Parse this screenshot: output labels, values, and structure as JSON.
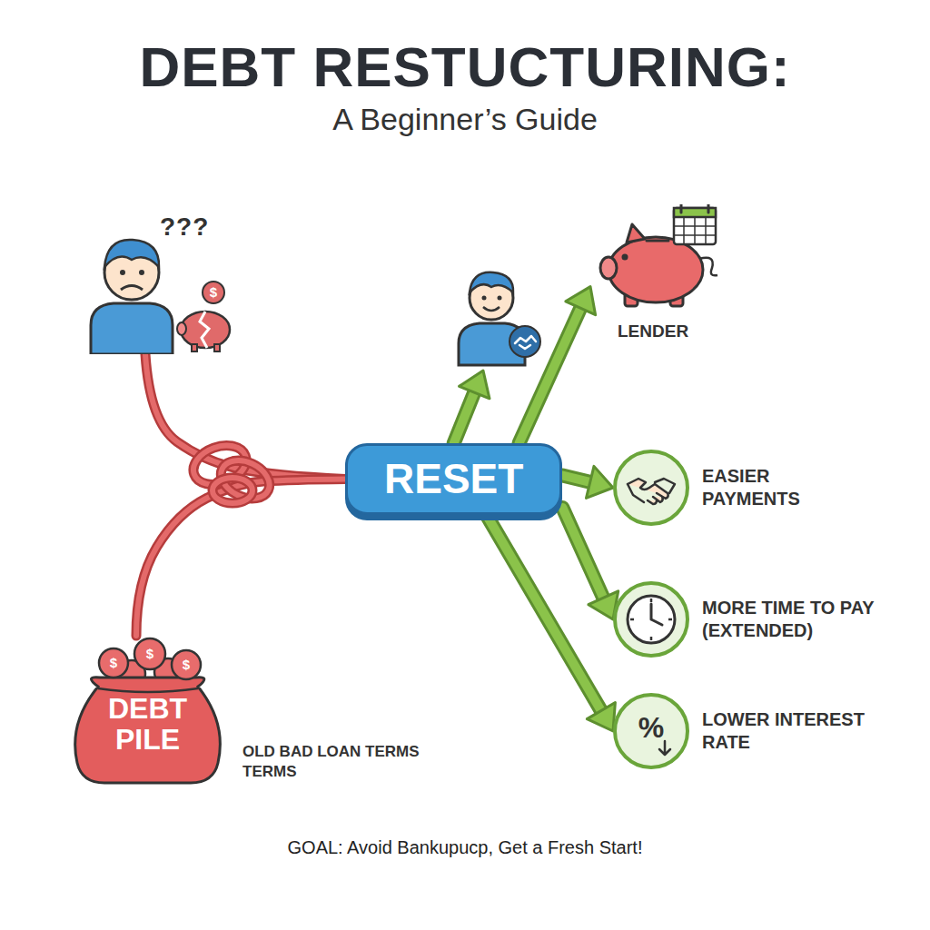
{
  "diagram": {
    "title": "DEBT RESTUCTURING:",
    "caption": "GOAL: Avoid Bankupucp, Get a Fresh Start!",
    "nodes": [
      {
        "text": [
          "???"
        ]
      },
      {
        "text": [
          "LENDER"
        ]
      },
      {
        "text": [
          "RESET"
        ]
      },
      {
        "text": [
          "EASIER PAYMENTS"
        ]
      },
      {
        "text": [
          "MORE TIME TO PAY (EXTENDED)"
        ]
      },
      {
        "text": [
          "%",
          "LOWER INTEREST RATE"
        ]
      },
      {
        "text": [
          "DEBT PILE",
          "OLD BAD LOAN TERMS TERMS"
        ]
      }
    ],
    "edges": [
      {
        "from": 0,
        "to": 2,
        "arrow": "none"
      },
      {
        "from": 6,
        "to": 2,
        "arrow": "none"
      },
      {
        "from": 2,
        "to": 1,
        "arrow": "to"
      },
      {
        "from": 2,
        "to": 3,
        "arrow": "to"
      },
      {
        "from": 2,
        "to": 4,
        "arrow": "to"
      },
      {
        "from": 2,
        "to": 5,
        "arrow": "to"
      }
    ],
    "labels": [
      "A Beginner’s Guide",
      "$",
      "$",
      "$",
      "$"
    ]
  }
}
